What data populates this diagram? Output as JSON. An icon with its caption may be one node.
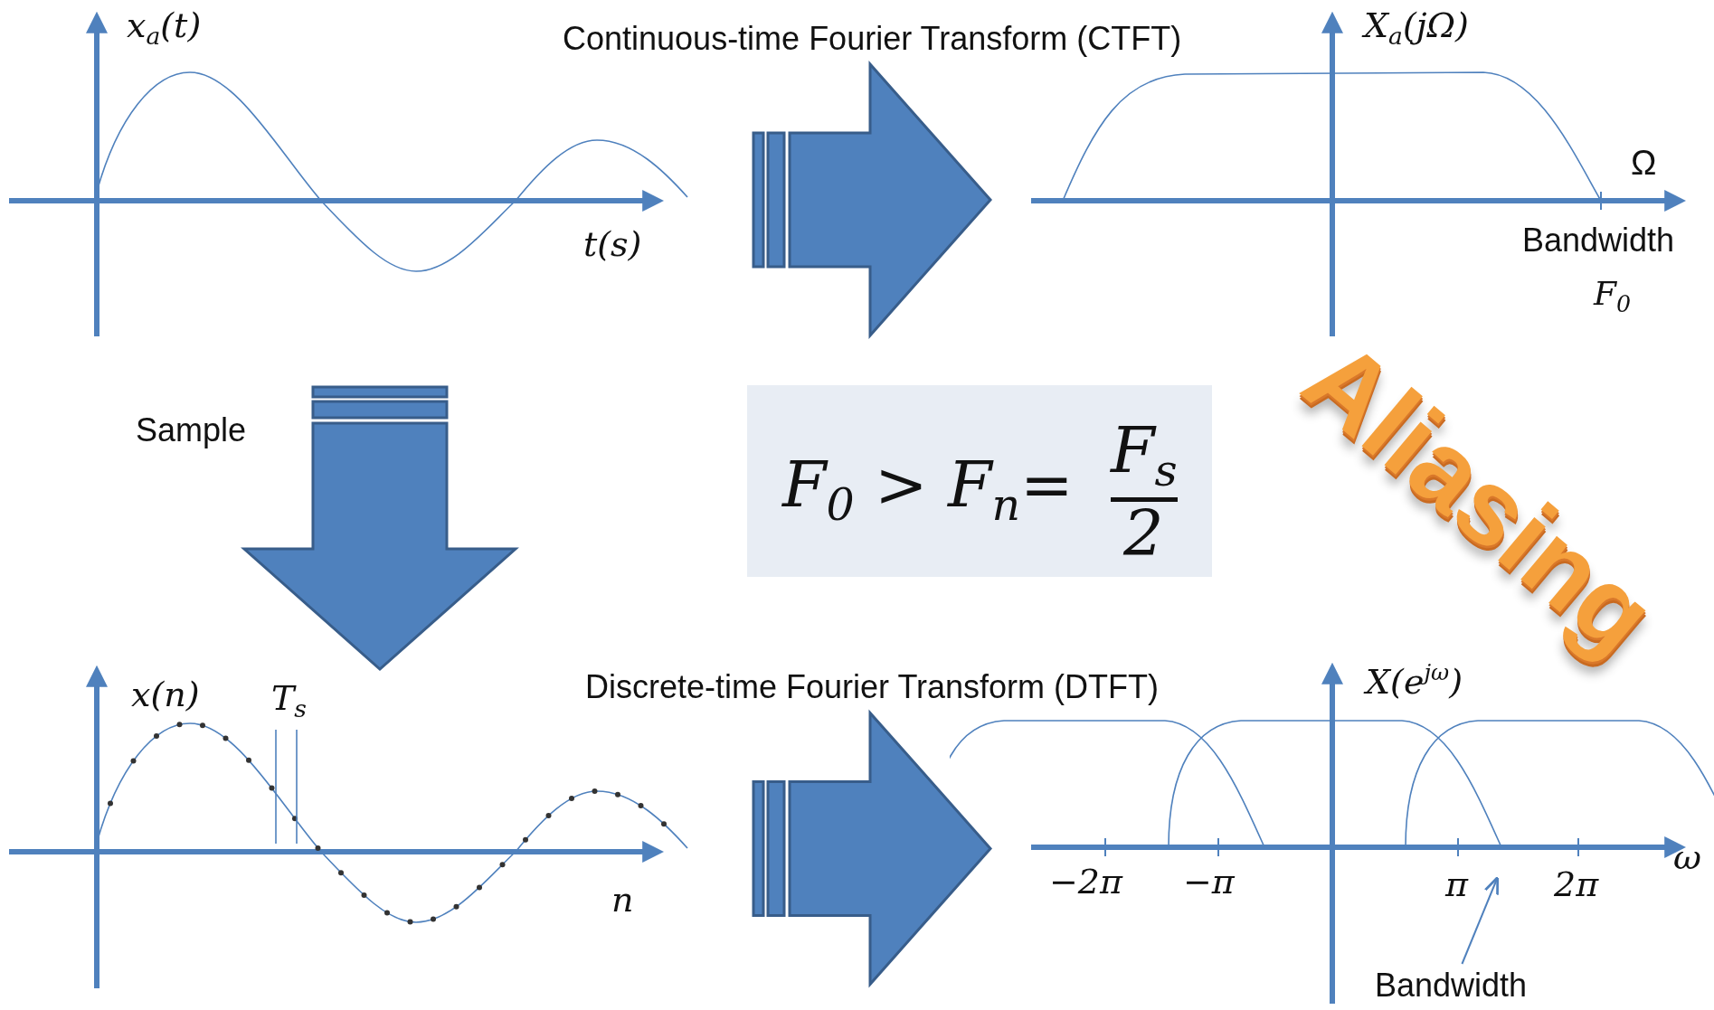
{
  "diagram": {
    "nodes": [
      {
        "text": [
          "x$_{a}$(t)",
          "t(s)"
        ]
      },
      {
        "text": [
          "X$_{a}$(jΩ)",
          "Ω",
          "Bandwidth",
          "F$_{0}$"
        ]
      },
      {
        "text": [
          "F$_{0}$ > F$_{n}$=",
          "F$_{s}$",
          "2"
        ]
      },
      {
        "text": [
          "x(n)",
          "T$_{s}$",
          "n"
        ]
      },
      {
        "text": [
          "X(e$^{jω}$)",
          "ω",
          "−2π",
          "−π",
          "π",
          "2π"
        ]
      },
      {
        "text": [
          "Bandwidth"
        ],
        "in": 4
      }
    ],
    "edges": [
      {
        "from": 0,
        "to": 1,
        "arrow": "to",
        "label": "Continuous-time Fourier Transform (CTFT)",
        "style": "thick"
      },
      {
        "from": 0,
        "to": 3,
        "arrow": "to",
        "label": "Sample",
        "style": "thick"
      },
      {
        "from": 3,
        "to": 4,
        "arrow": "to",
        "label": "Discrete-time Fourier Transform (DTFT)",
        "style": "thick"
      },
      {
        "from": 5,
        "to": null,
        "arrow": "to"
      }
    ],
    "labels": [
      "Aliasing"
    ]
  }
}
